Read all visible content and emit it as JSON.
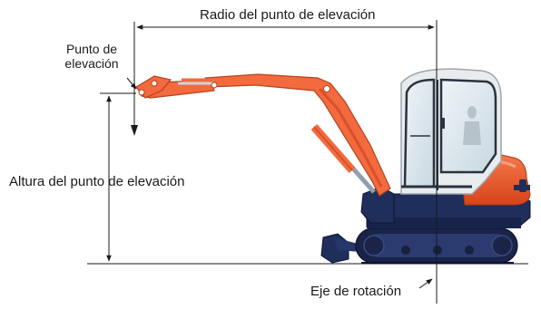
{
  "labels": {
    "radius": "Radio del punto de elevación",
    "lift_point_line1": "Punto de",
    "lift_point_line2": "elevación",
    "height": "Altura del punto de elevación",
    "rotation_axis": "Eje de rotación"
  },
  "colors": {
    "boom_orange": "#f26a3e",
    "boom_dark": "#d9502a",
    "body_orange": "#ee5a2c",
    "undercarriage_navy": "#1f2e5a",
    "track_dark": "#1a2448",
    "cab_frame": "#e8ecef",
    "glass": "#d7e3ea",
    "dimension_line": "#1a1a1a"
  },
  "icons": {
    "excavator": "mini-excavator-illustration"
  }
}
